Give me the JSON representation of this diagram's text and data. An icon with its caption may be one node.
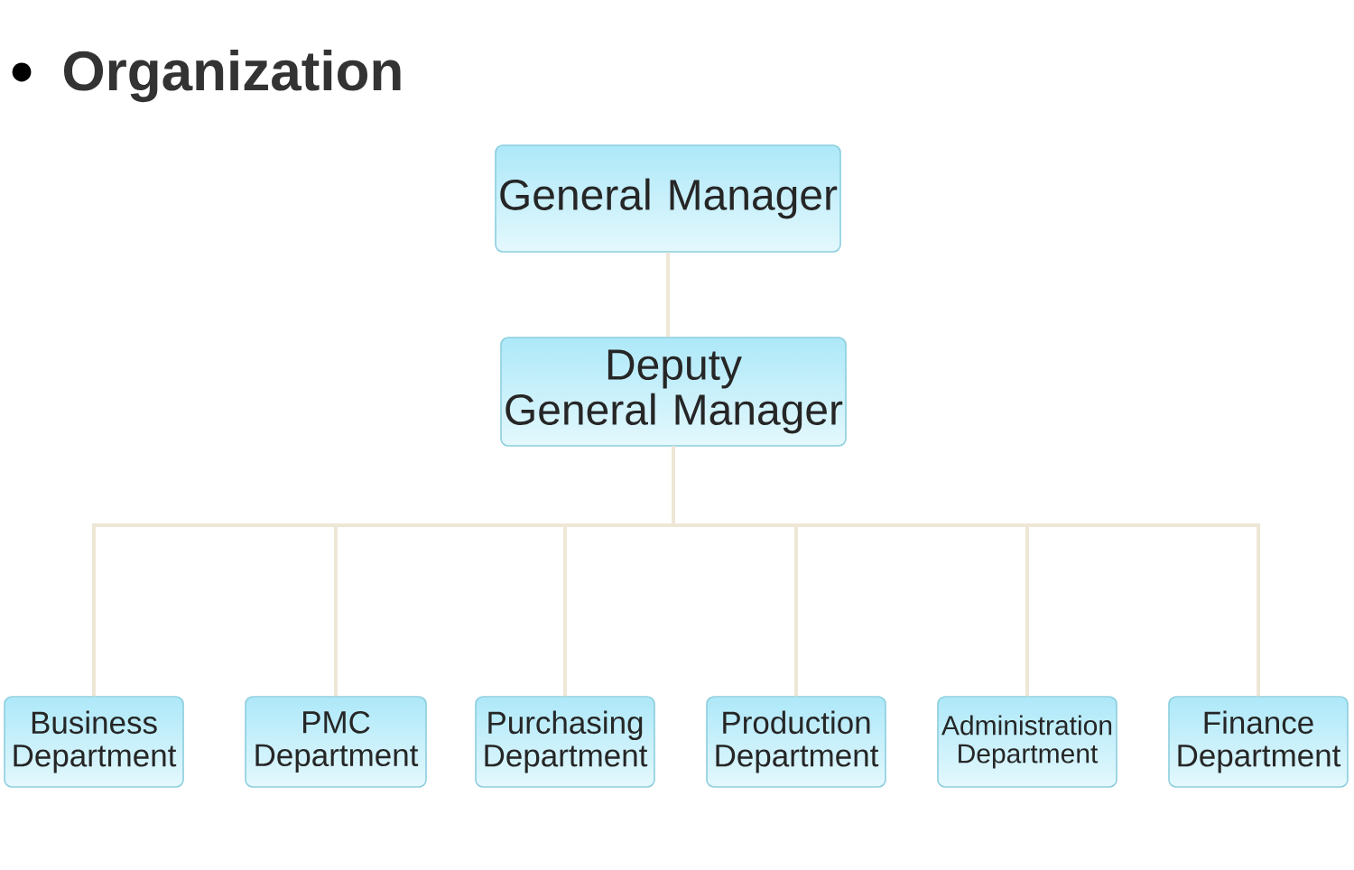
{
  "diagram": {
    "title": "Organization",
    "nodes": [
      {
        "text": [
          "General Manager"
        ]
      },
      {
        "text": [
          "Deputy General Manager"
        ]
      },
      {
        "text": [
          "Business Department"
        ]
      },
      {
        "text": [
          "PMC Department"
        ]
      },
      {
        "text": [
          "Purchasing Department"
        ]
      },
      {
        "text": [
          "Production Department"
        ]
      },
      {
        "text": [
          "Administration Department"
        ]
      },
      {
        "text": [
          "Finance Department"
        ]
      }
    ],
    "edges": [
      {
        "from": 0,
        "to": 1,
        "arrow": "none"
      },
      {
        "from": 1,
        "to": 2,
        "arrow": "none"
      },
      {
        "from": 1,
        "to": 3,
        "arrow": "none"
      },
      {
        "from": 1,
        "to": 4,
        "arrow": "none"
      },
      {
        "from": 1,
        "to": 5,
        "arrow": "none"
      },
      {
        "from": 1,
        "to": 6,
        "arrow": "none"
      },
      {
        "from": 1,
        "to": 7,
        "arrow": "none"
      }
    ]
  }
}
